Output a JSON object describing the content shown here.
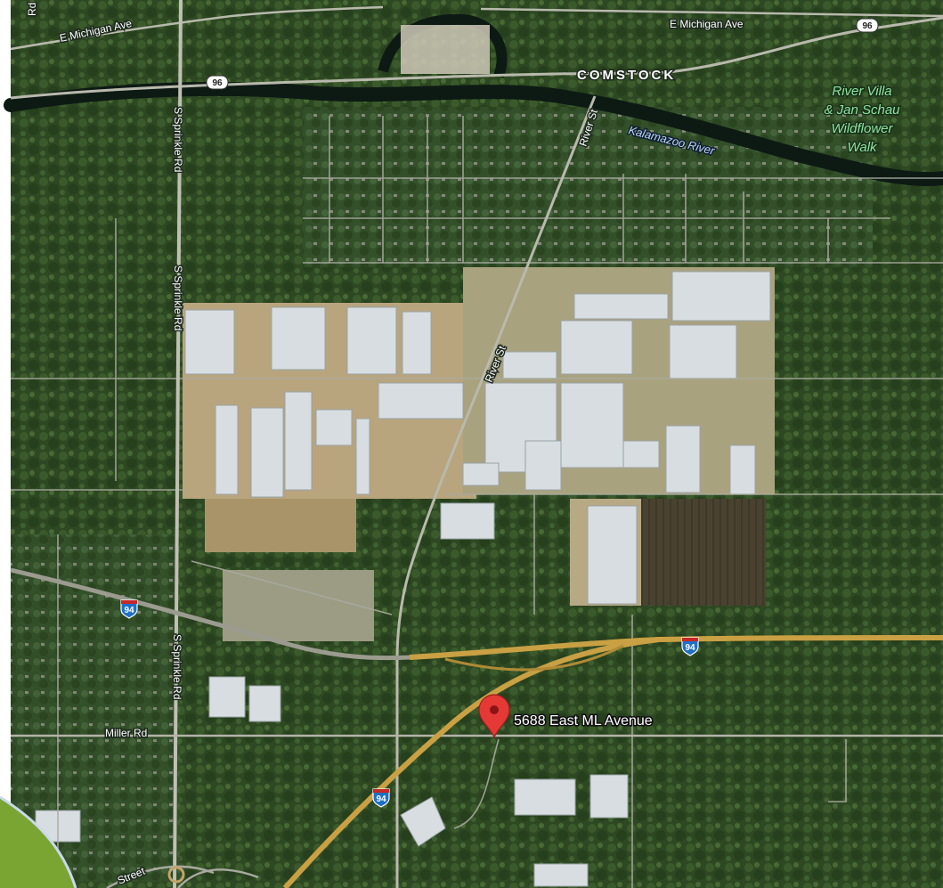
{
  "map": {
    "place_labels": {
      "town": "COMSTOCK",
      "park_line1": "River Villa",
      "park_line2": "& Jan Schau",
      "park_line3": "Wildflower",
      "park_line4": "Walk",
      "river": "Kalamazoo River"
    },
    "road_labels": {
      "e_michigan_west": "E Michigan Ave",
      "e_michigan_east": "E Michigan Ave",
      "corner_top_left": "Rd",
      "sprinkle_1": "S Sprinkle Rd",
      "sprinkle_2": "S Sprinkle Rd",
      "sprinkle_3": "S Sprinkle Rd",
      "river_st_1": "River St",
      "river_st_2": "River St",
      "miller_rd": "Miller Rd",
      "street_bottom": "Street"
    },
    "shields": {
      "m96_a": "96",
      "m96_b": "96",
      "i94_a": "94",
      "i94_b": "94",
      "i94_c": "94"
    },
    "marker": {
      "label": "5688 East ML Avenue",
      "color": "#e53935"
    },
    "colors": {
      "vegetation": "#2f4a24",
      "river": "#0d1a14",
      "interstate": "#c9a043",
      "road": "#b7b7ae",
      "industrial_roof": "#d4d9dc",
      "cleared_ground": "#b9a882",
      "corner_accent": "#7aa532"
    }
  }
}
